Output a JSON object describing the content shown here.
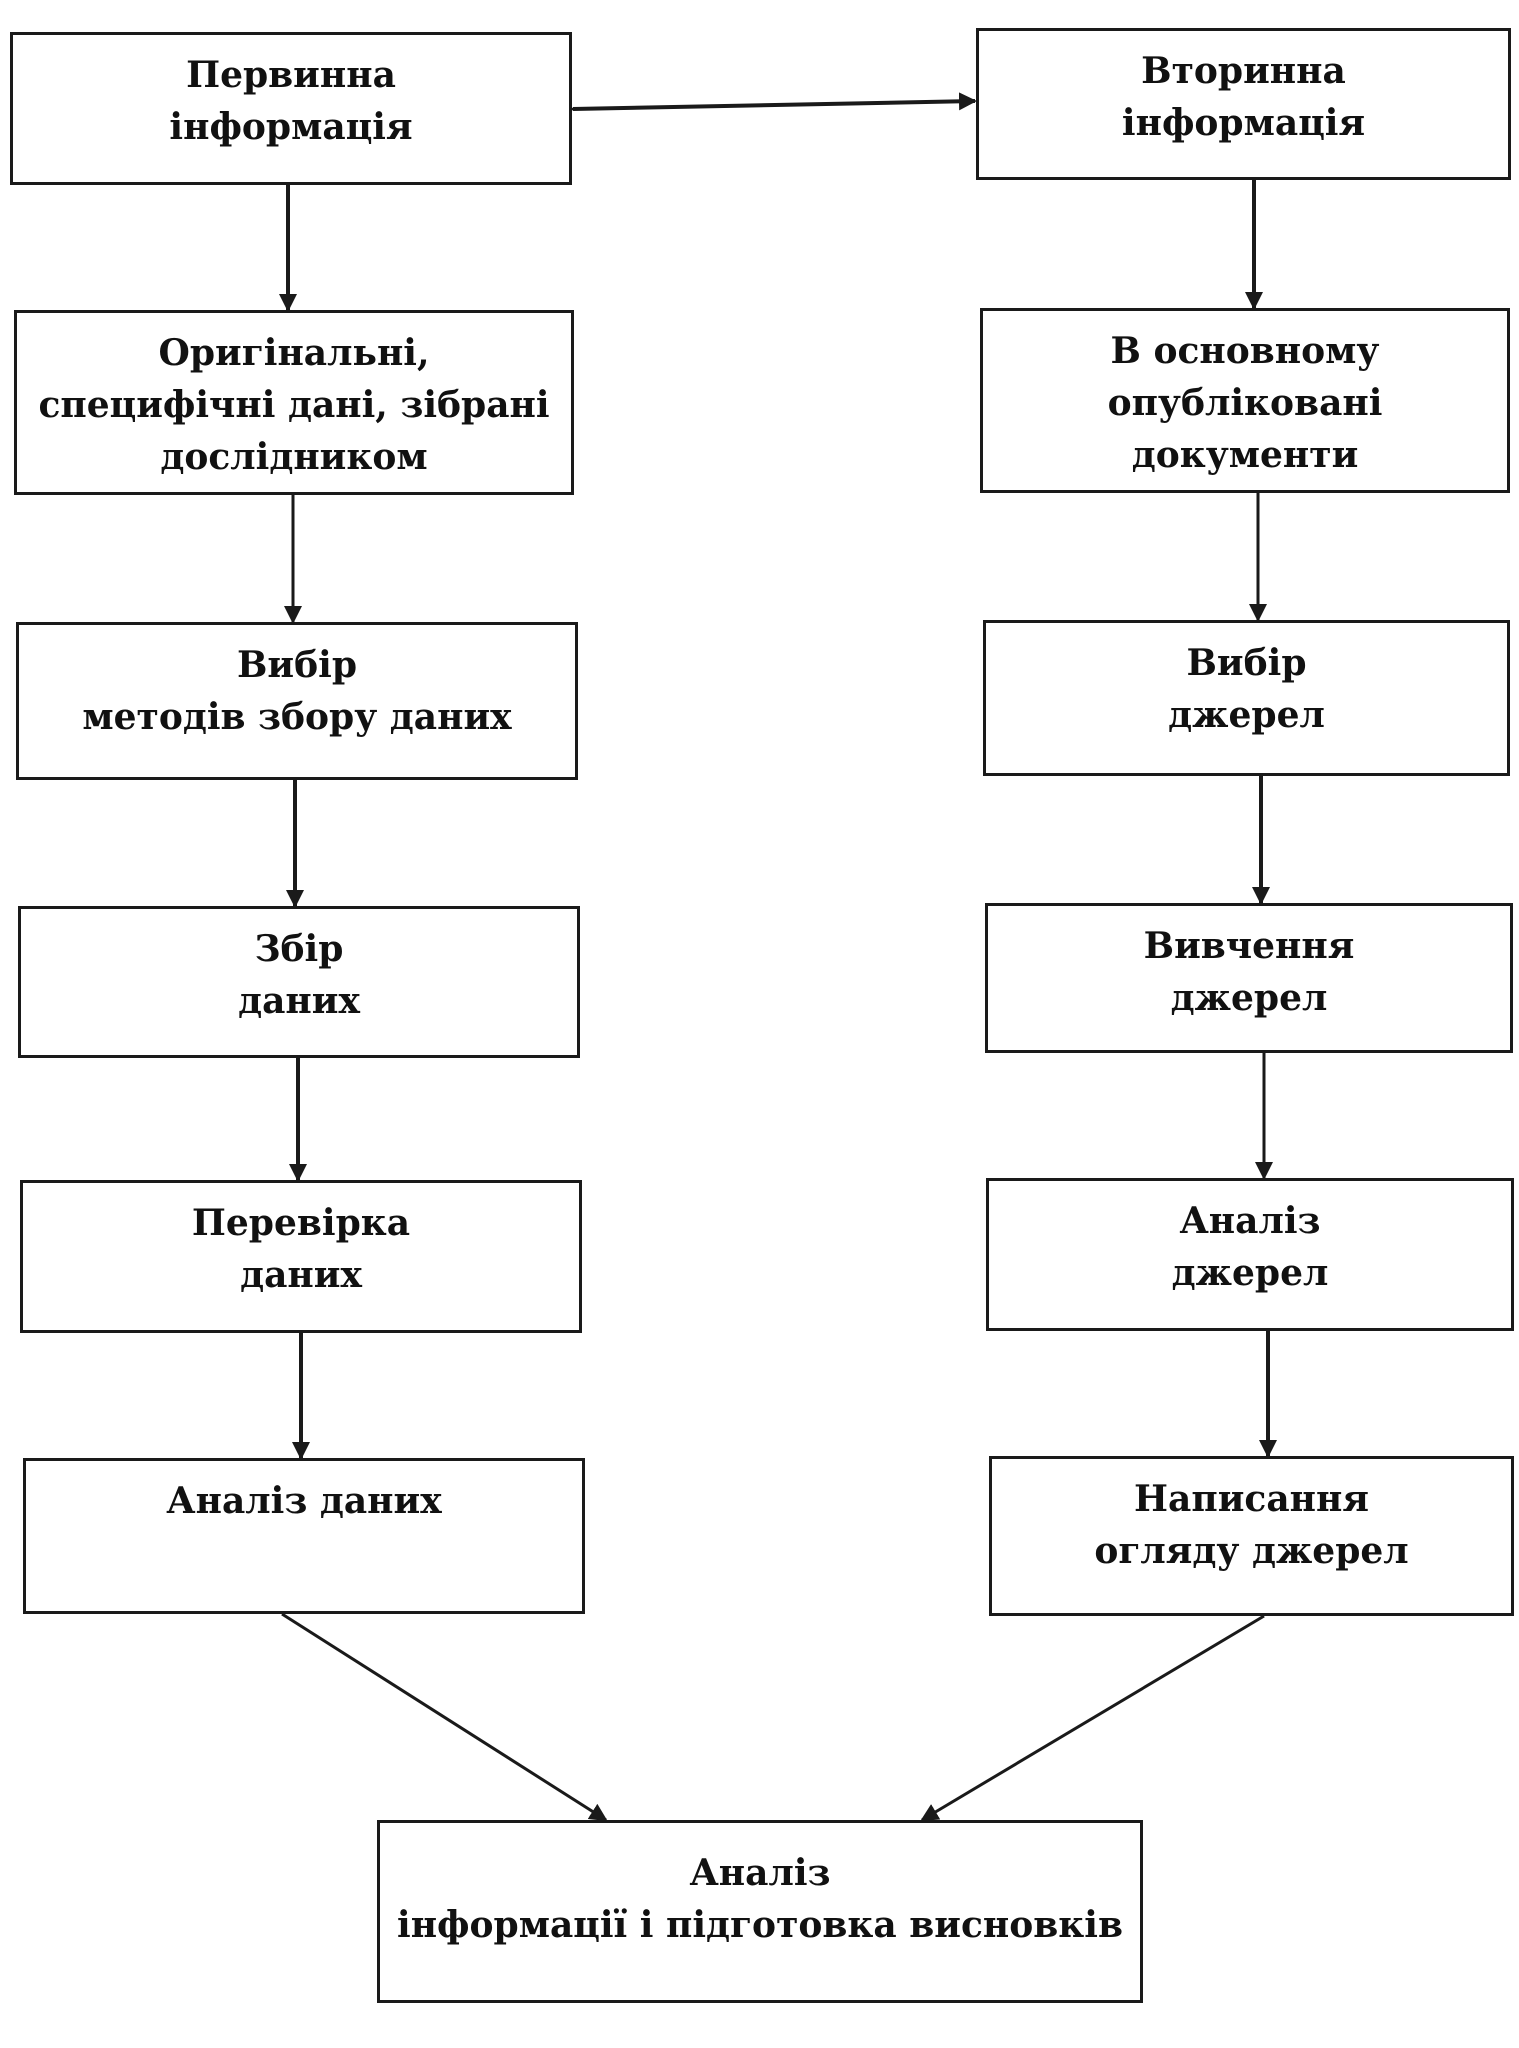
{
  "primary_column": {
    "boxes": [
      {
        "lines": [
          "Первинна",
          "інформація"
        ]
      },
      {
        "lines": [
          "Оригінальні,",
          "специфічні дані, зібрані",
          "дослідником"
        ]
      },
      {
        "lines": [
          "Вибір",
          "методів збору даних"
        ]
      },
      {
        "lines": [
          "Збір",
          "даних"
        ]
      },
      {
        "lines": [
          "Перевірка",
          "даних"
        ]
      },
      {
        "lines": [
          "Аналіз даних"
        ]
      }
    ]
  },
  "secondary_column": {
    "boxes": [
      {
        "lines": [
          "Вторинна",
          "інформація"
        ]
      },
      {
        "lines": [
          "В основному",
          "опубліковані",
          "документи"
        ]
      },
      {
        "lines": [
          "Вибір",
          "джерел"
        ]
      },
      {
        "lines": [
          "Вивчення",
          "джерел"
        ]
      },
      {
        "lines": [
          "Аналіз",
          "джерел"
        ]
      },
      {
        "lines": [
          "Написання",
          "огляду джерел"
        ]
      }
    ]
  },
  "final_box": {
    "lines": [
      "Аналіз",
      "інформації і підготовка висновків"
    ]
  }
}
